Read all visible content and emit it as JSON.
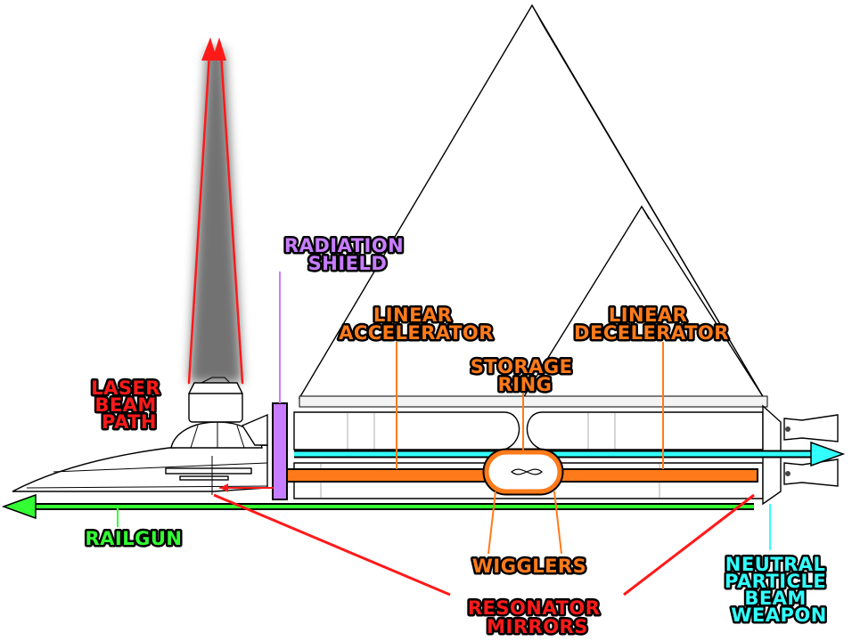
{
  "labels": {
    "radiation_shield": [
      "RADIATION",
      "SHIELD"
    ],
    "linear_accelerator": [
      "LINEAR",
      "ACCELERATOR"
    ],
    "linear_decelerator": [
      "LINEAR",
      "DECELERATOR"
    ],
    "storage_ring": [
      "STORAGE",
      "RING"
    ],
    "laser_beam_path": [
      "LASER",
      "BEAM",
      "PATH"
    ],
    "railgun": [
      "RAILGUN"
    ],
    "wigglers": [
      "WIGGLERS"
    ],
    "resonator_mirrors": [
      "RESONATOR",
      "MIRRORS"
    ],
    "neutral_particle_beam_weapon": [
      "NEUTRAL",
      "PARTICLE",
      "BEAM",
      "WEAPON"
    ]
  },
  "colors": {
    "laser": "#ff1a1a",
    "accelerator": "#ff7a1a",
    "shield": "#c77dff",
    "railgun": "#33ff33",
    "particle_beam": "#33ffff",
    "outline": "#000000"
  }
}
